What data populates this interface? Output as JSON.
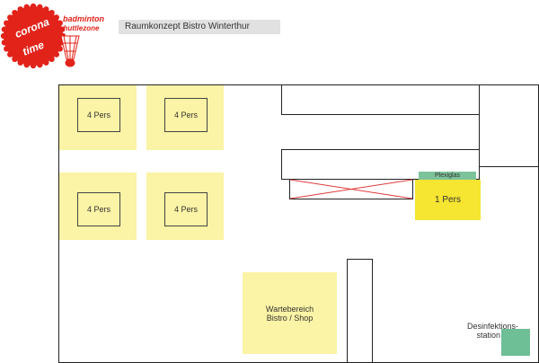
{
  "logo": {
    "line1": "corona",
    "line2": "time",
    "brand1": "badminton",
    "brand2": "shuttlezone",
    "badge_color": "#e2231a"
  },
  "title": "Raumkonzept Bistro Winterthur",
  "tables": [
    {
      "label": "4 Pers"
    },
    {
      "label": "4 Pers"
    },
    {
      "label": "4 Pers"
    },
    {
      "label": "4 Pers"
    }
  ],
  "service": {
    "label": "1 Pers",
    "shield_label": "Plexiglas"
  },
  "waiting_area": {
    "line1": "Wartebereich",
    "line2": "Bistro / Shop"
  },
  "disinfection": {
    "line1": "Desinfektions-",
    "line2": "station"
  },
  "colors": {
    "zone_yellow": "#fbf3a5",
    "service_yellow": "#f6e531",
    "plexiglas_green": "#7dc39a",
    "disinfection_green": "#6ebf96",
    "blocked_x": "#e03a3a"
  }
}
